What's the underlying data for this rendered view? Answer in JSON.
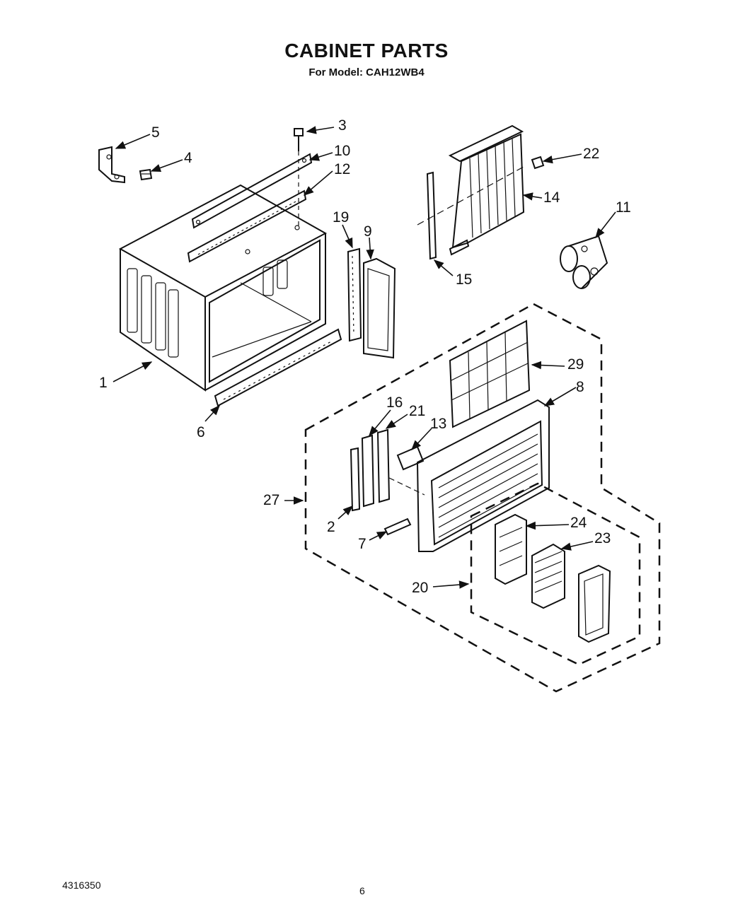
{
  "title": "CABINET PARTS",
  "subtitle": "For Model: CAH12WB4",
  "doc_number": "4316350",
  "page_number": "6",
  "callouts": [
    "1",
    "2",
    "3",
    "4",
    "5",
    "6",
    "7",
    "8",
    "9",
    "10",
    "11",
    "12",
    "13",
    "14",
    "15",
    "16",
    "19",
    "20",
    "21",
    "22",
    "23",
    "24",
    "27",
    "29"
  ]
}
